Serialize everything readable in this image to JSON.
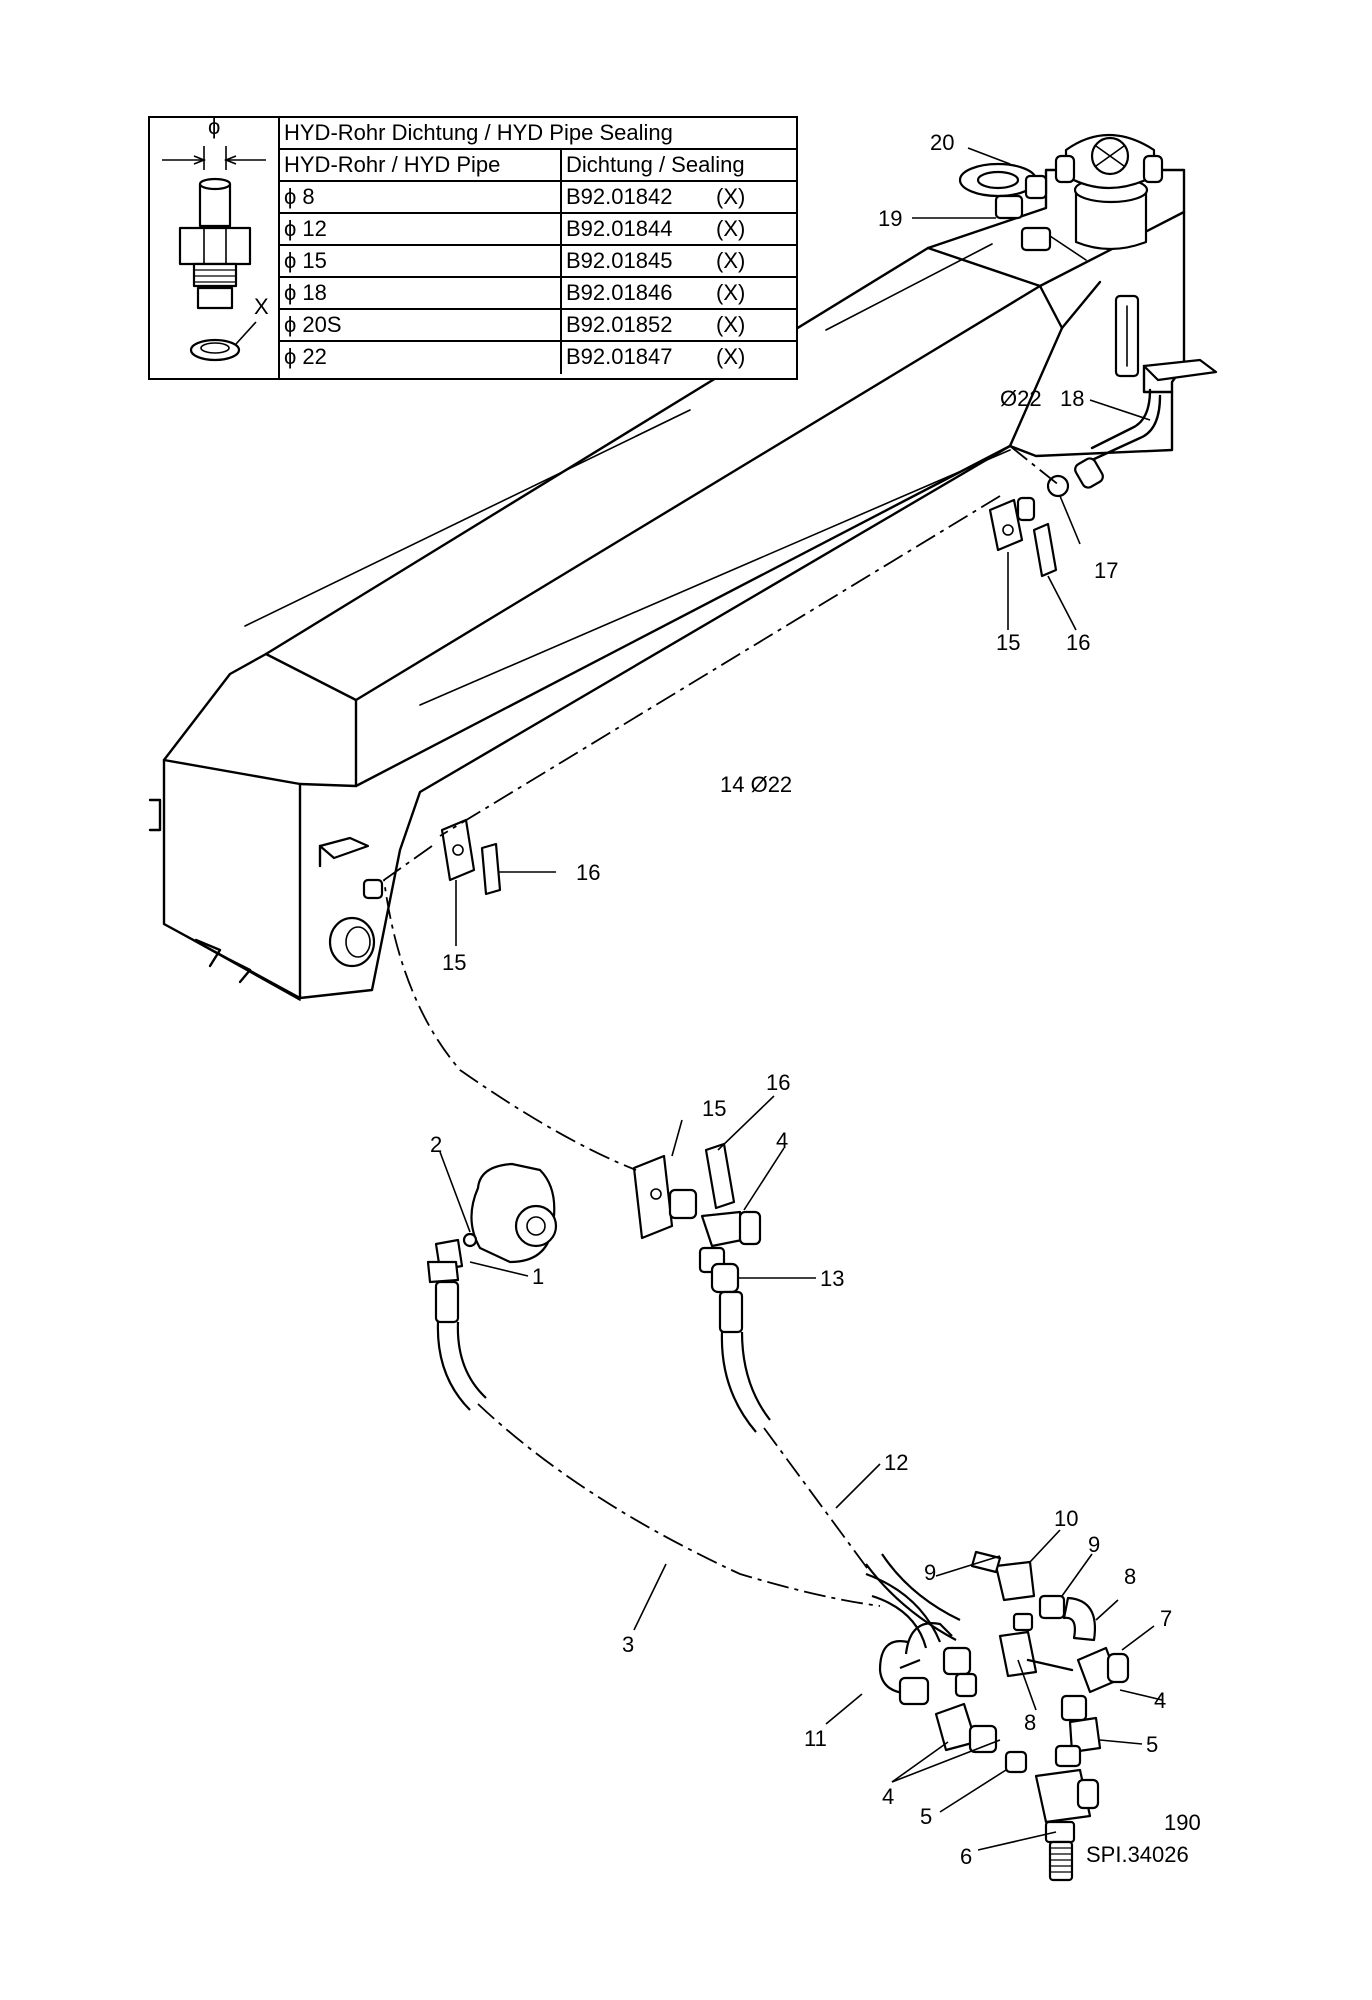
{
  "sealing_table": {
    "title": "HYD-Rohr Dichtung / HYD Pipe Sealing",
    "header_pipe": "HYD-Rohr / HYD Pipe",
    "header_seal": "Dichtung / Sealing",
    "picture_diameter_label": "ϕ",
    "picture_seal_label": "X",
    "rows": [
      {
        "pipe": "ϕ  8",
        "code": "B92.01842",
        "mark": "(X)"
      },
      {
        "pipe": "ϕ  12",
        "code": "B92.01844",
        "mark": "(X)"
      },
      {
        "pipe": "ϕ  15",
        "code": "B92.01845",
        "mark": "(X)"
      },
      {
        "pipe": "ϕ  18",
        "code": "B92.01846",
        "mark": "(X)"
      },
      {
        "pipe": "ϕ  20S",
        "code": "B92.01852",
        "mark": "(X)"
      },
      {
        "pipe": "ϕ  22",
        "code": "B92.01847",
        "mark": "(X)"
      }
    ]
  },
  "callouts": {
    "c20": "20",
    "c19": "19",
    "c18_dia": "Ø22",
    "c18": "18",
    "c17": "17",
    "c15_top": "15",
    "c16_top": "16",
    "c14": "14 Ø22",
    "c16_mid": "16",
    "c15_mid": "15",
    "c16_low": "16",
    "c15_low": "15",
    "c4_top": "4",
    "c2": "2",
    "c1": "1",
    "c13": "13",
    "c12": "12",
    "c3": "3",
    "c10": "10",
    "c9_right": "9",
    "c9_left": "9",
    "c8_right": "8",
    "c7": "7",
    "c4_right": "4",
    "c11": "11",
    "c8_low": "8",
    "c5_right": "5",
    "c4_low": "4",
    "c5_low": "5",
    "c6": "6"
  },
  "footer": {
    "page": "190",
    "drawing_id": "SPI.34026"
  }
}
